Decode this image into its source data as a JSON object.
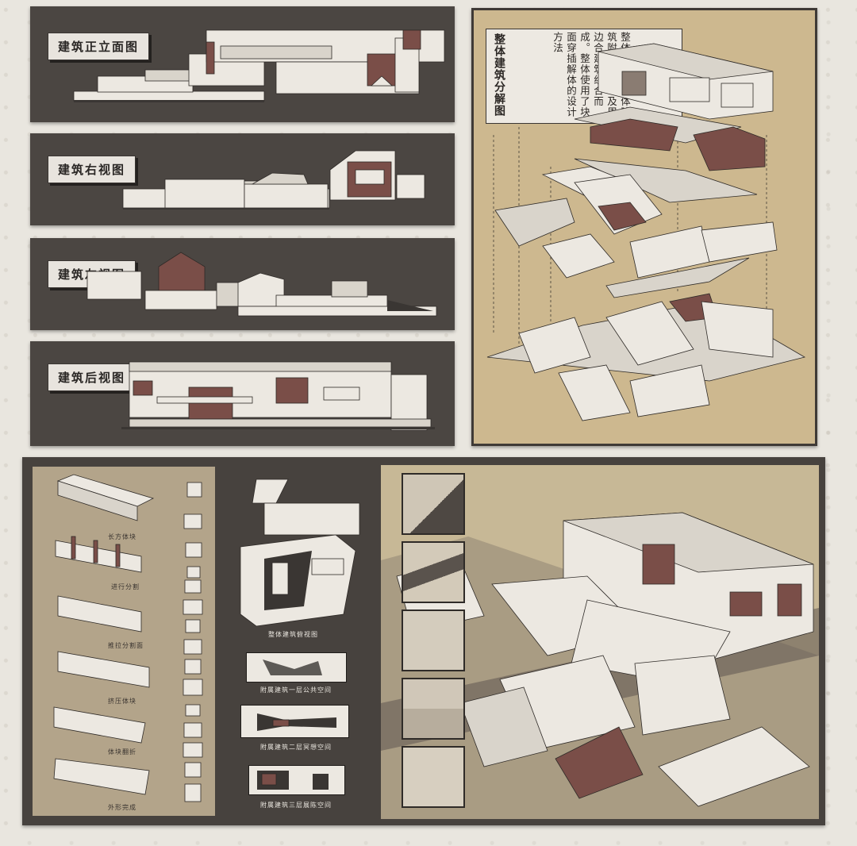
{
  "elevations": {
    "front": "建筑正立面图",
    "right": "建筑右视图",
    "left": "建筑左视图",
    "back": "建筑后视图"
  },
  "explode": {
    "title": "整体建筑分解图",
    "description": "整体建筑由主体建筑附属建筑以及周边合建筑组合而成。整体使用了块面穿插解体的设计方法"
  },
  "process": {
    "steps": [
      "长方体块",
      "进行分割",
      "推拉分割面",
      "挤压体块",
      "体块翻折",
      "外形完成"
    ]
  },
  "plans": {
    "overall": "整体建筑俯视图",
    "floor1": "附属建筑一层公共空间",
    "floor2": "附属建筑二层冥想空间",
    "floor3": "附属建筑三层展陈空间"
  },
  "colors": {
    "panel": "#4b4642",
    "sand": "#c9b48a",
    "wall": "#ece8e1",
    "accent": "#7a4e48"
  }
}
